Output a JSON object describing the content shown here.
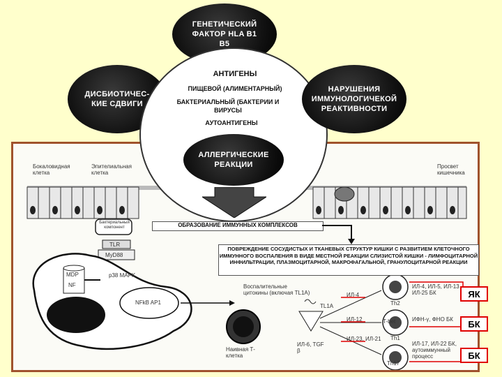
{
  "circles": {
    "genetic": "ГЕНЕТИЧЕСКИЙ ФАКТОР HLA B1 B5",
    "dysbiotic": "ДИСБИОТИЧЕС-КИЕ СДВИГИ",
    "immuno": "НАРУШЕНИЯ ИММУНОЛОГИЧЕКОЙ РЕАКТИВНОСТИ",
    "allergic": "АЛЛЕРГИЧЕСКИЕ РЕАКЦИИ"
  },
  "antigens": {
    "title": "АНТИГЕНЫ",
    "food": "ПИЩЕВОЙ (АЛИМЕНТАРНЫЙ)",
    "bacterial": "БАКТЕРИАЛЬНЫЙ (БАКТЕРИИ И ВИРУСЫ",
    "auto": "АУТОАНТИГЕНЫ"
  },
  "boxes": {
    "immune_complexes": "ОБРАЗОВАНИЕ ИММУННЫХ КОМПЛЕКСОВ",
    "damage": "ПОВРЕЖДЕНИЕ СОСУДИСТЫХ И ТКАНЕВЫХ СТРУКТУР КИШКИ С РАЗВИТИЕМ КЛЕТОЧНОГО ИММУННОГО ВОСПАЛЕНИЯ В ВИДЕ МЕСТНОЙ РЕАКЦИИ СЛИЗИСТОЙ КИШКИ - ЛИМФОЦИТАРНОЙ ИНФИЛЬТРАЦИИ, ПЛАЗМОЦИТАРНОЙ, МАКРОФАГАЛЬНОЙ, ГРАНУЛОЦИТАРНОЙ РЕАКЦИИ"
  },
  "figure": {
    "goblet": "Бокаловидная клетка",
    "epithelial": "Эпителиальная клетка",
    "lumen": "Просвет кишечника",
    "bacterial_component": "Бактериальный компонент",
    "tlr": "TLR",
    "myd88": "MyD88",
    "mdp": "MDP",
    "nf": "NF",
    "p38": "p38 MAPK",
    "nfkb": "NFkB AP1",
    "cytokines": "Воспалительные цитокины (включая TL1A)",
    "tl1a": "TL1A",
    "il4": "ИЛ-4",
    "il12": "ИЛ-12",
    "il23": "ИЛ-23, ИЛ-21",
    "il6": "ИЛ-6, TGF β",
    "naive": "Наивная Т-клетка",
    "th2": "Th2",
    "tbet": "T-bet",
    "th1": "Th1",
    "th17": "Th17",
    "out1": "ИЛ-4, ИЛ-5, ИЛ-13 ИЛ-25 БК",
    "out2": "ИФН-γ, ФНО БК",
    "out3": "ИЛ-17, ИЛ-22 БК, аутоиммунный процесс"
  },
  "tags": {
    "yak": "ЯК",
    "bk1": "БК",
    "bk2": "БК"
  }
}
